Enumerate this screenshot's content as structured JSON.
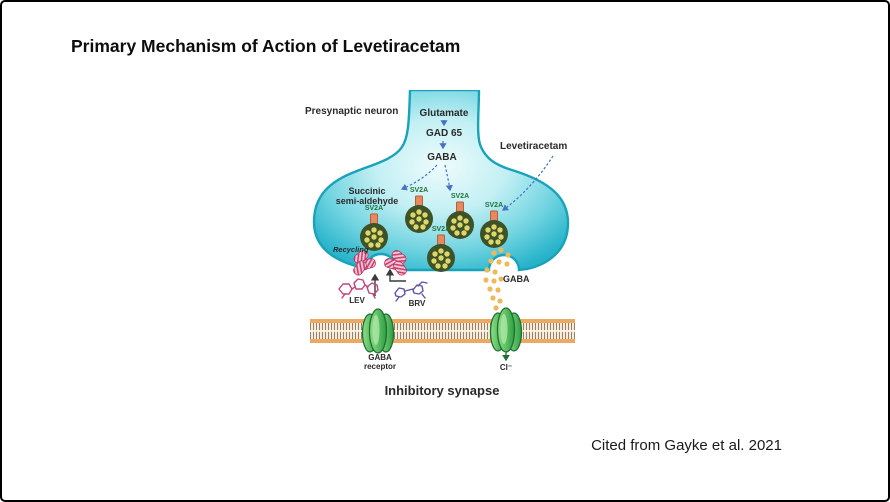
{
  "slide": {
    "title": "Primary Mechanism of Action of Levetiracetam",
    "citation": "Cited from Gayke et al. 2021"
  },
  "diagram": {
    "labels": {
      "presynaptic_neuron": "Presynaptic neuron",
      "glutamate": "Glutamate",
      "gad65": "GAD 65",
      "gaba": "GABA",
      "levetiracetam": "Levetiracetam",
      "succinic_line1": "Succinic",
      "succinic_line2": "semi-aldehyde",
      "sv2a": "SV2A",
      "recycling": "Recycling",
      "lev": "LEV",
      "brv": "BRV",
      "gaba_released": "GABA",
      "gaba_receptor_line1": "GABA",
      "gaba_receptor_line2": "receptor",
      "chloride": "Cl⁻",
      "inhibitory_synapse": "Inhibitory synapse"
    },
    "colors": {
      "neuron_edge": "#18a3bb",
      "neuron_fill": "#bdeef3",
      "vesicle_body": "#3d5226",
      "vesicle_dot": "#ded66a",
      "sv2a_transporter": "#e58a5f",
      "label_purple": "#8a50b4",
      "label_blue": "#4a80c4",
      "sv2a_text_green": "#20713a",
      "membrane_orange": "#eca95f",
      "receptor_green": "#2f9e42",
      "inhibitory_blue": "#2268bb",
      "gaba_dot": "#efb95a",
      "lev_pink": "#c2457e",
      "brv_blue": "#5a55a5",
      "arrow_blue": "#4472c4",
      "recycling_pit_pink": "#cc3f6e"
    }
  }
}
